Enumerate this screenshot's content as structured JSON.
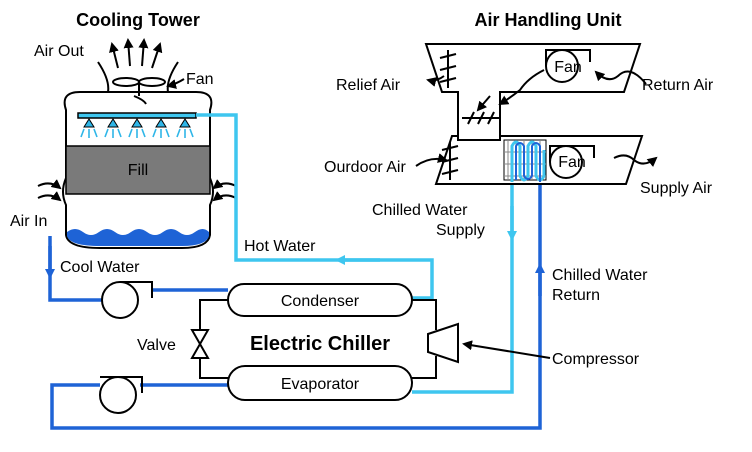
{
  "titles": {
    "cooling_tower": "Cooling Tower",
    "air_handling_unit": "Air Handling Unit",
    "electric_chiller": "Electric Chiller"
  },
  "labels": {
    "air_out": "Air Out",
    "fan_tower": "Fan",
    "fill": "Fill",
    "air_in": "Air In",
    "cool_water": "Cool Water",
    "hot_water": "Hot Water",
    "condenser": "Condenser",
    "evaporator": "Evaporator",
    "valve": "Valve",
    "compressor": "Compressor",
    "relief_air": "Relief Air",
    "return_air": "Return Air",
    "outdoor_air": "Ourdoor Air",
    "supply_air": "Supply Air",
    "fan_return": "Fan",
    "fan_supply": "Fan",
    "chilled_water_supply_1": "Chilled Water",
    "chilled_water_supply_2": "Supply",
    "chilled_water_return_1": "Chilled Water",
    "chilled_water_return_2": "Return"
  },
  "colors": {
    "cool_water_line": "#1e63d6",
    "hot_water_line": "#3ec6ef",
    "fill_media": "#7a7a7a",
    "basin_water": "#1e63d6",
    "spray": "#2fb6e8"
  }
}
